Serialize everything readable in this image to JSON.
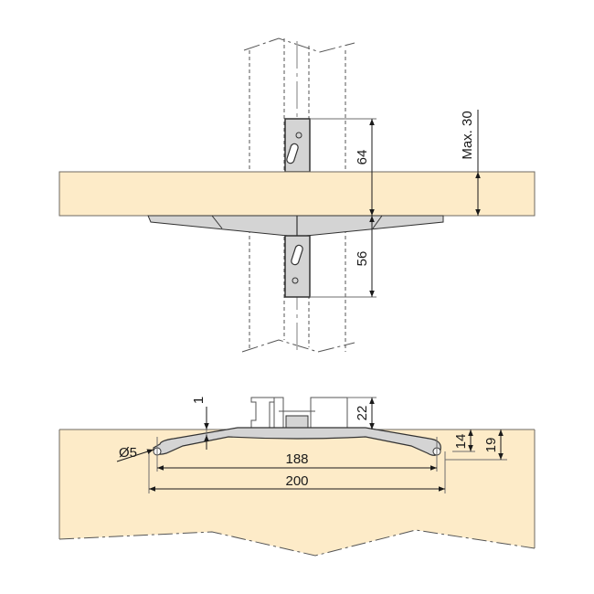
{
  "colors": {
    "wood": "#fdebc8",
    "wood_edge": "#6e6a62",
    "metal": "#d4d4d4",
    "metal_edge": "#3a3a3a",
    "dim_line": "#6e6e6e",
    "text": "#1a1a1a"
  },
  "top_view": {
    "dimensions": {
      "upper_bracket": "64",
      "lower_bracket": "56",
      "shelf_thickness": "Max. 30"
    }
  },
  "bottom_view": {
    "dimensions": {
      "gap": "1",
      "profile_height": "22",
      "hole_diameter": "Ø5",
      "inner_span": "188",
      "outer_span": "200",
      "hole_depth": "14",
      "arm_depth": "19"
    }
  }
}
